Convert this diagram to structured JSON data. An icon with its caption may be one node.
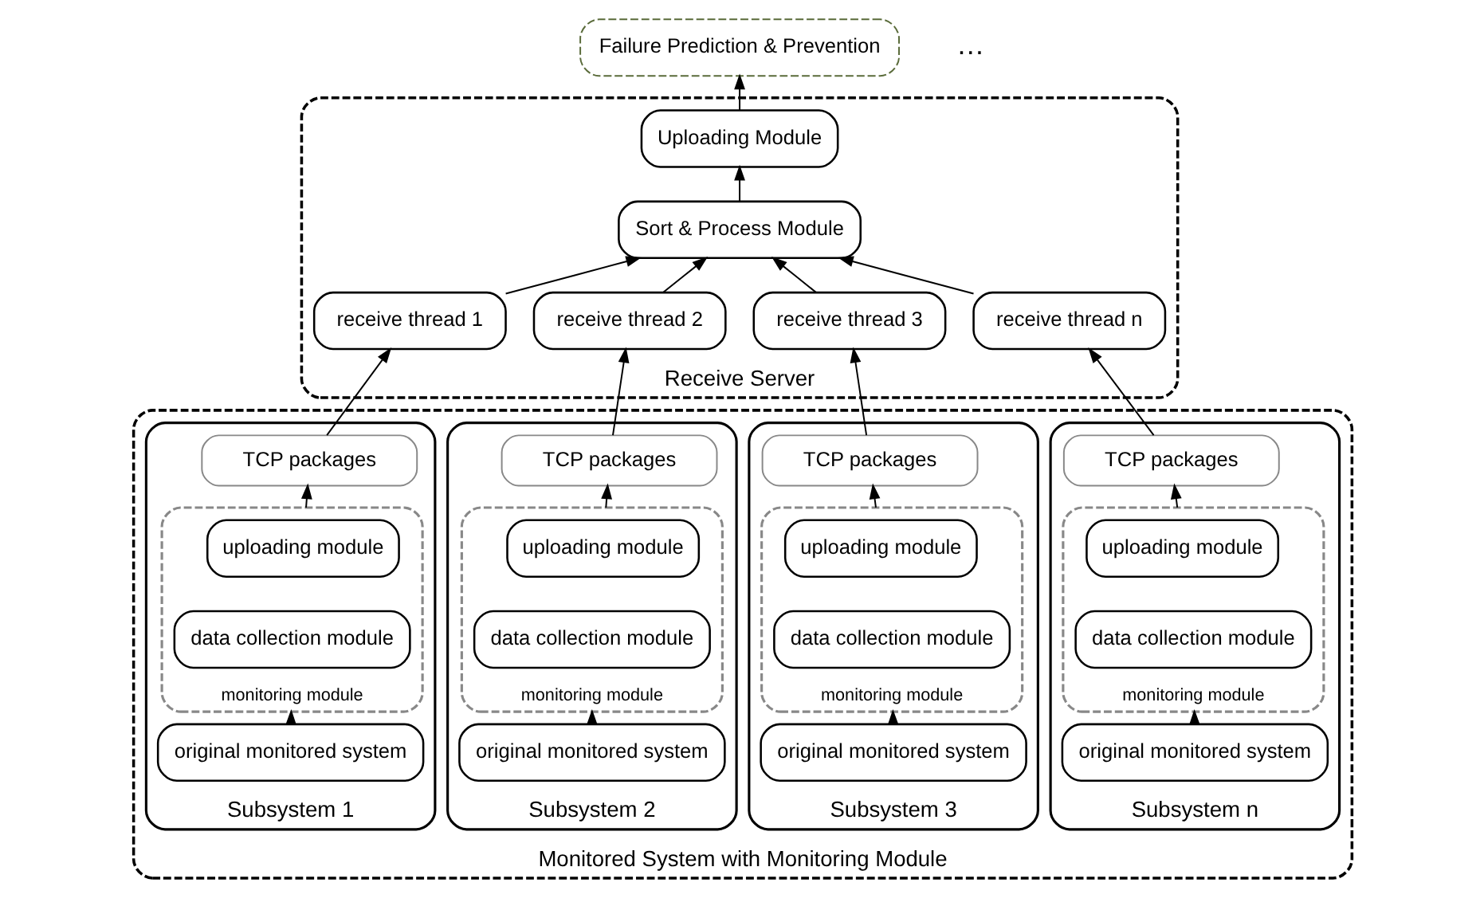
{
  "diagram": {
    "nodes": [
      {
        "text": [
          "Failure Prediction & Prevention"
        ]
      },
      {
        "text": [
          "Receive Server"
        ]
      },
      {
        "text": [
          "Uploading Module"
        ],
        "in": 1
      },
      {
        "text": [
          "Sort & Process Module"
        ],
        "in": 1
      },
      {
        "text": [
          "receive thread 1"
        ],
        "in": 1
      },
      {
        "text": [
          "receive thread 2"
        ],
        "in": 1
      },
      {
        "text": [
          "receive thread 3"
        ],
        "in": 1
      },
      {
        "text": [
          "receive thread n"
        ],
        "in": 1
      },
      {
        "text": [
          "Monitored System with Monitoring Module"
        ]
      },
      {
        "text": [
          "Subsystem 1"
        ],
        "in": 8
      },
      {
        "text": [
          "TCP packages"
        ],
        "in": 9
      },
      {
        "text": [
          "monitoring module"
        ],
        "in": 9
      },
      {
        "text": [
          "uploading module"
        ],
        "in": 11
      },
      {
        "text": [
          "data collection module"
        ],
        "in": 11
      },
      {
        "text": [
          "original monitored system"
        ],
        "in": 9
      },
      {
        "text": [
          "Subsystem 2"
        ],
        "in": 8
      },
      {
        "text": [
          "TCP packages"
        ],
        "in": 15
      },
      {
        "text": [
          "monitoring module"
        ],
        "in": 15
      },
      {
        "text": [
          "uploading module"
        ],
        "in": 17
      },
      {
        "text": [
          "data collection module"
        ],
        "in": 17
      },
      {
        "text": [
          "original monitored system"
        ],
        "in": 15
      },
      {
        "text": [
          "Subsystem 3"
        ],
        "in": 8
      },
      {
        "text": [
          "TCP packages"
        ],
        "in": 21
      },
      {
        "text": [
          "monitoring module"
        ],
        "in": 21
      },
      {
        "text": [
          "uploading module"
        ],
        "in": 23
      },
      {
        "text": [
          "data collection module"
        ],
        "in": 23
      },
      {
        "text": [
          "original monitored system"
        ],
        "in": 21
      },
      {
        "text": [
          "Subsystem n"
        ],
        "in": 8
      },
      {
        "text": [
          "TCP packages"
        ],
        "in": 27
      },
      {
        "text": [
          "monitoring module"
        ],
        "in": 27
      },
      {
        "text": [
          "uploading module"
        ],
        "in": 29
      },
      {
        "text": [
          "data collection module"
        ],
        "in": 29
      },
      {
        "text": [
          "original monitored system"
        ],
        "in": 27
      }
    ],
    "edges": [
      {
        "from": 3,
        "to": 2,
        "arrow": "to"
      },
      {
        "from": 2,
        "to": 0,
        "arrow": "to"
      },
      {
        "from": 4,
        "to": 3,
        "arrow": "to"
      },
      {
        "from": 5,
        "to": 3,
        "arrow": "to"
      },
      {
        "from": 6,
        "to": 3,
        "arrow": "to"
      },
      {
        "from": 7,
        "to": 3,
        "arrow": "to"
      },
      {
        "from": 10,
        "to": 4,
        "arrow": "to"
      },
      {
        "from": 11,
        "to": 10,
        "arrow": "to"
      },
      {
        "from": 14,
        "to": 11,
        "arrow": "to"
      },
      {
        "from": 16,
        "to": 5,
        "arrow": "to"
      },
      {
        "from": 17,
        "to": 16,
        "arrow": "to"
      },
      {
        "from": 20,
        "to": 17,
        "arrow": "to"
      },
      {
        "from": 22,
        "to": 6,
        "arrow": "to"
      },
      {
        "from": 23,
        "to": 22,
        "arrow": "to"
      },
      {
        "from": 26,
        "to": 23,
        "arrow": "to"
      },
      {
        "from": 28,
        "to": 7,
        "arrow": "to"
      },
      {
        "from": 29,
        "to": 28,
        "arrow": "to"
      },
      {
        "from": 32,
        "to": 29,
        "arrow": "to"
      }
    ],
    "labels": [
      "…"
    ]
  }
}
